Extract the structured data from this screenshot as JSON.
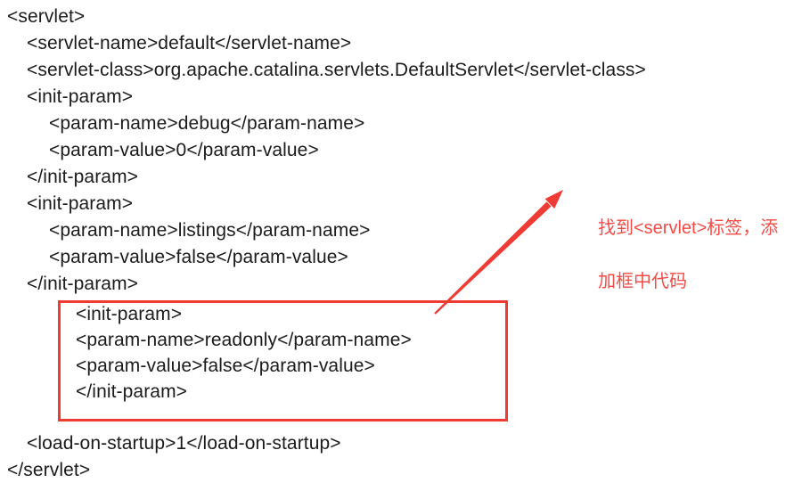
{
  "colors": {
    "accent-red": "#ee3b33",
    "note-red": "#f14c47",
    "code-text": "#1b1b1b"
  },
  "code": {
    "language": "xml",
    "lines": [
      {
        "text": "<servlet>"
      },
      {
        "text": "<servlet-name>default</servlet-name>"
      },
      {
        "text": "<servlet-class>org.apache.catalina.servlets.DefaultServlet</servlet-class>"
      },
      {
        "text": "<init-param>"
      },
      {
        "text": "<param-name>debug</param-name>"
      },
      {
        "text": "<param-value>0</param-value>"
      },
      {
        "text": "</init-param>"
      },
      {
        "text": "<init-param>"
      },
      {
        "text": "<param-name>listings</param-name>"
      },
      {
        "text": "<param-value>false</param-value>"
      },
      {
        "text": "</init-param>"
      },
      {
        "text": "<init-param>",
        "boxed": true
      },
      {
        "text": "<param-name>readonly</param-name>",
        "boxed": true
      },
      {
        "text": "<param-value>false</param-value>",
        "boxed": true
      },
      {
        "text": "</init-param>",
        "boxed": true
      },
      {
        "text": "<load-on-startup>1</load-on-startup>"
      },
      {
        "text": "</servlet>"
      }
    ]
  },
  "annotation": {
    "line1": "找到<servlet>标签，添",
    "line2": "加框中代码"
  }
}
